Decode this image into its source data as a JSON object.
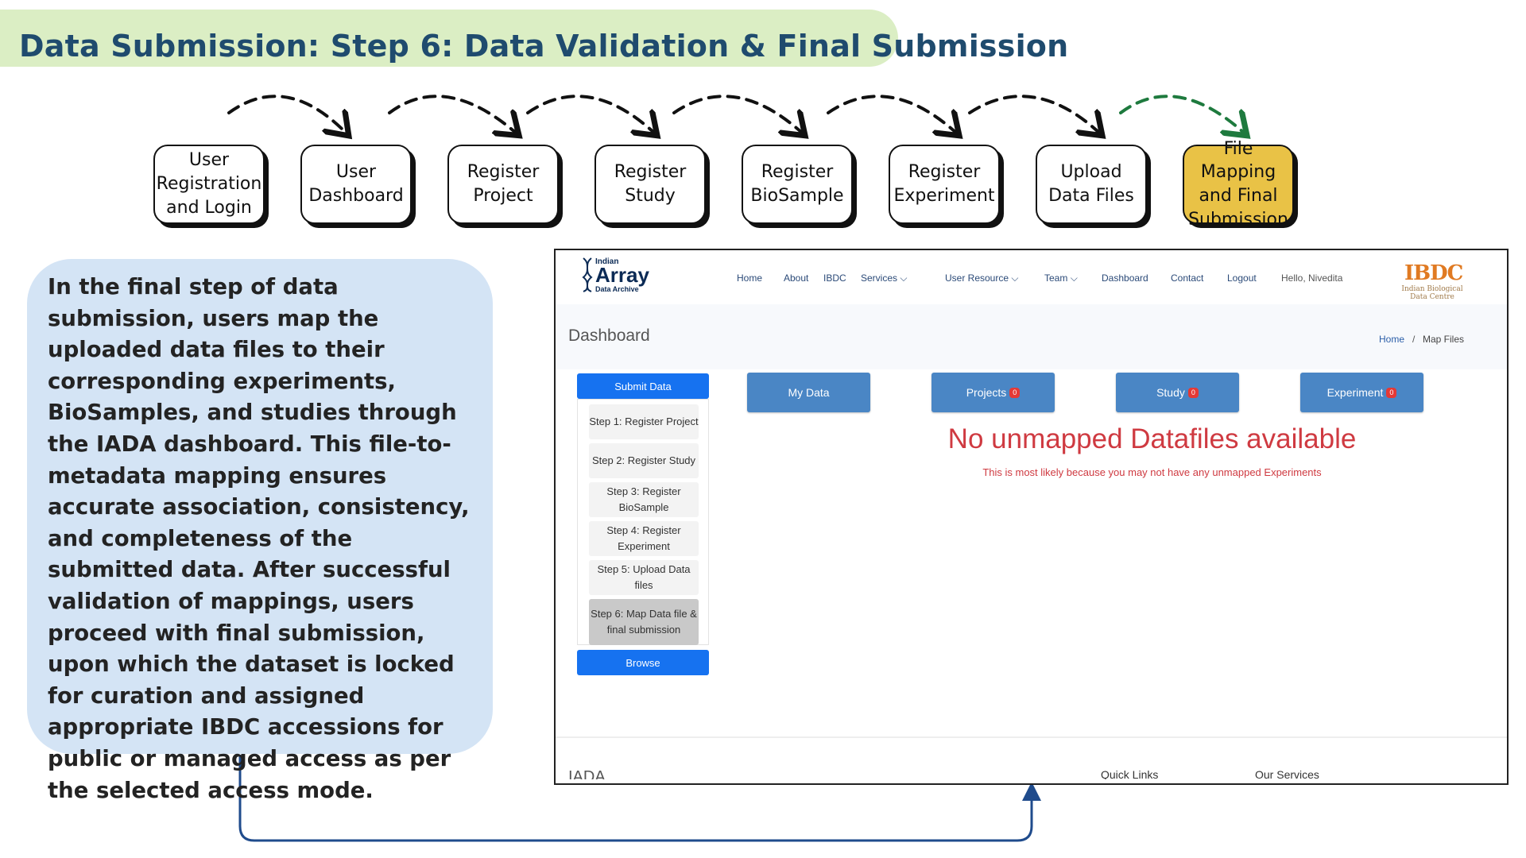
{
  "title": "Data Submission: Step 6: Data Validation & Final Submission",
  "steps": [
    {
      "label": "User Registration and Login"
    },
    {
      "label": "User Dashboard"
    },
    {
      "label": "Register Project"
    },
    {
      "label": "Register Study"
    },
    {
      "label": "Register BioSample"
    },
    {
      "label": "Register Experiment"
    },
    {
      "label": "Upload Data Files"
    },
    {
      "label": "File Mapping and Final Submission",
      "active": true
    }
  ],
  "description": "In the final step of data submission, users map the uploaded data files to their corresponding experiments, BioSamples, and studies through the IADA dashboard. This file-to-metadata mapping ensures accurate association, consistency, and completeness of the submitted data. After successful validation of mappings, users proceed with final submission, upon which the dataset is locked for curation and assigned appropriate IBDC accessions for public or managed access as per the selected access mode.",
  "colors": {
    "banner": "#dbeec4",
    "title": "#1f4b6e",
    "active_step": "#e9c246",
    "active_arrow": "#1e7a3e",
    "description_bg": "#d4e4f5",
    "connector": "#1f4b8c"
  },
  "screenshot": {
    "logo": {
      "small": "Indian",
      "big": "Array",
      "sub": "Data Archive"
    },
    "nav": [
      "Home",
      "About",
      "IBDC",
      "Services",
      "User Resource",
      "Team",
      "Dashboard",
      "Contact",
      "Logout",
      "Hello, Nivedita"
    ],
    "ibdc_logo": {
      "mark": "IBDC",
      "sub1": "Indian Biological",
      "sub2": "Data Centre"
    },
    "page_title": "Dashboard",
    "breadcrumb": {
      "home": "Home",
      "separator": "/",
      "current": "Map Files"
    },
    "sidebar": {
      "submit_label": "Submit Data",
      "browse_label": "Browse",
      "steps": [
        {
          "label": "Step 1: Register Project"
        },
        {
          "label": "Step 2: Register Study"
        },
        {
          "label": "Step 3: Register BioSample"
        },
        {
          "label": "Step 4: Register Experiment"
        },
        {
          "label": "Step 5: Upload Data files"
        },
        {
          "label": "Step 6: Map Data file & final submission",
          "active": true
        }
      ]
    },
    "tabs": [
      {
        "label": "My Data"
      },
      {
        "label": "Projects",
        "badge": "0"
      },
      {
        "label": "Study",
        "badge": "0"
      },
      {
        "label": "Experiment",
        "badge": "0"
      }
    ],
    "message": "No unmapped Datafiles available",
    "message_sub": "This is most likely because you may not have any unmapped Experiments",
    "footer": [
      "IADA",
      "Quick Links",
      "Our Services"
    ]
  }
}
